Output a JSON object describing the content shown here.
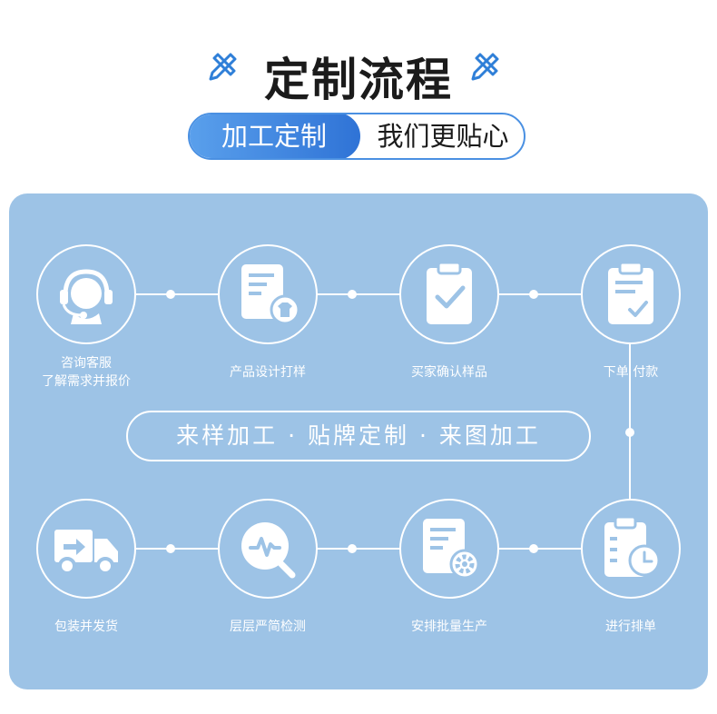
{
  "header": {
    "title": "定制流程",
    "pill_left": "加工定制",
    "pill_right": "我们更贴心"
  },
  "steps": [
    {
      "label": "咨询客服",
      "label2": "了解需求并报价",
      "icon": "customer-service-icon"
    },
    {
      "label": "产品设计打样",
      "icon": "design-document-icon"
    },
    {
      "label": "买家确认样品",
      "icon": "clipboard-check-icon"
    },
    {
      "label": "下单 付款",
      "icon": "order-checklist-icon"
    },
    {
      "label": "进行排单",
      "icon": "schedule-clock-icon"
    },
    {
      "label": "安排批量生产",
      "icon": "production-gear-icon"
    },
    {
      "label": "层层严简检测",
      "icon": "inspection-magnifier-icon"
    },
    {
      "label": "包装并发货",
      "icon": "delivery-truck-icon"
    }
  ],
  "slogan": "来样加工 · 贴牌定制 · 来图加工",
  "colors": {
    "panel": "#9dc3e6",
    "accent": "#2f73d6",
    "white": "#ffffff"
  }
}
